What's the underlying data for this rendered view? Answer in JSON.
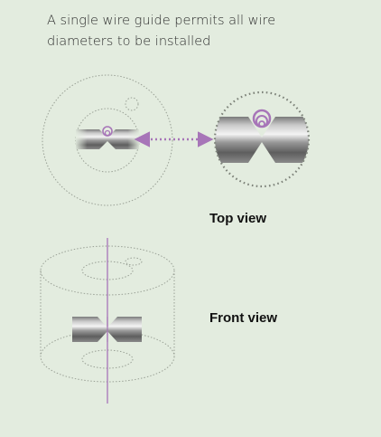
{
  "caption": "A single wire guide permits all wire diameters to be installed",
  "views": {
    "top": "Top view",
    "front": "Front view"
  },
  "colors": {
    "background": "#e3ecdf",
    "accent": "#a775b8",
    "outline": "#8f958c",
    "metal_dark": "#6b6b6b",
    "metal_light": "#f2f2f2"
  }
}
